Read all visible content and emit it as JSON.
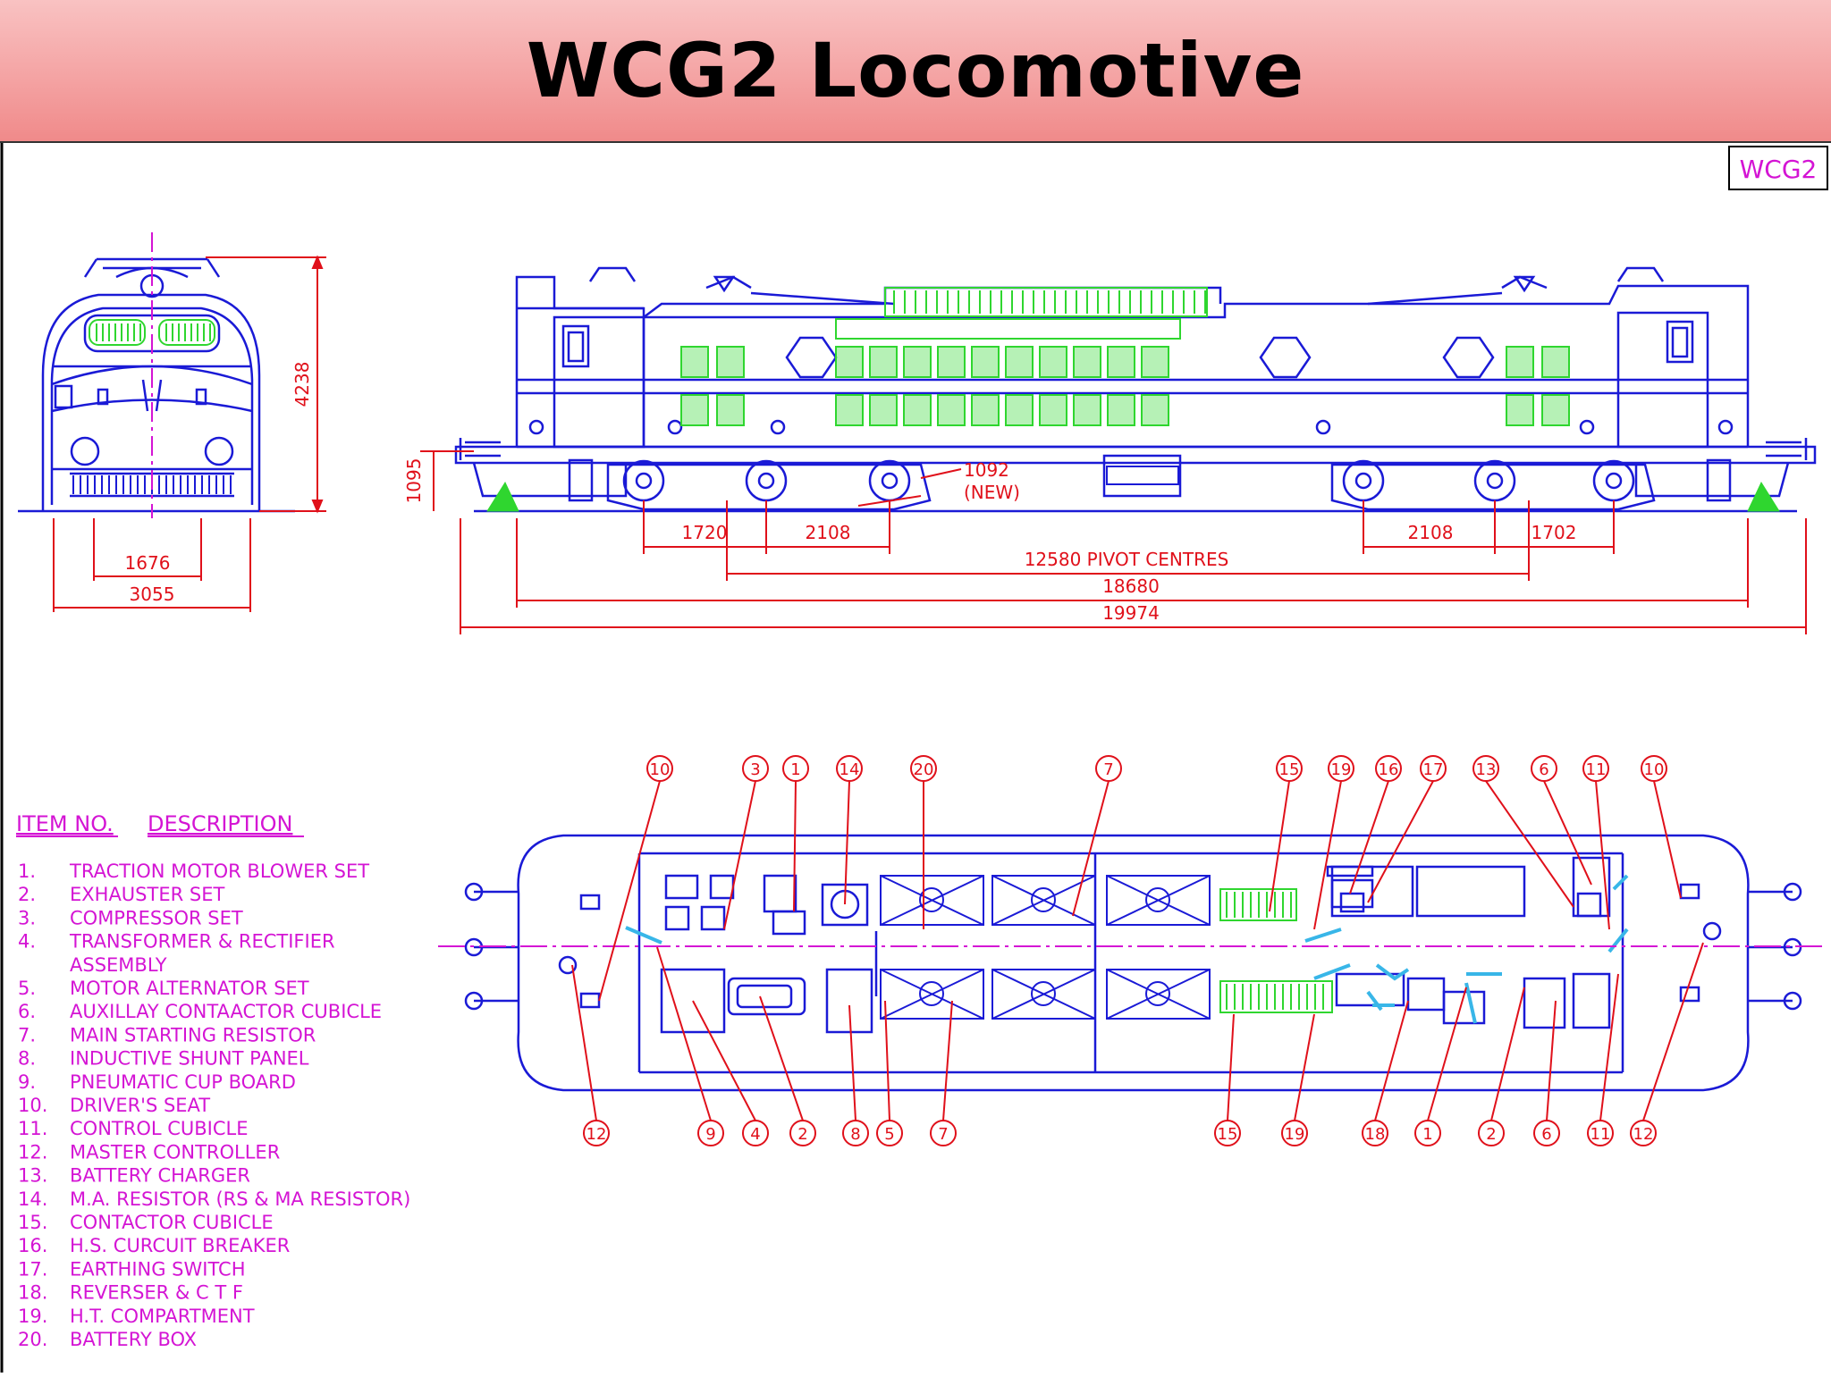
{
  "title": "WCG2 Locomotive",
  "drawing_tag": "WCG2",
  "colors": {
    "blue": "#1a1ad6",
    "red": "#e0101a",
    "magenta": "#d414d4",
    "green": "#2fd62f",
    "cyan": "#38b6e8"
  },
  "front_dims": {
    "height": "4238",
    "gauge": "1676",
    "width": "3055"
  },
  "side_dims": {
    "buffer_height": "1095",
    "wheel_note_1": "1092",
    "wheel_note_2": "(NEW)",
    "axle_1": "1720",
    "axle_2": "2108",
    "axle_3": "2108",
    "axle_4": "1702",
    "pivot": "12580  PIVOT  CENTRES",
    "body_length": "18680",
    "over_buffers": "19974"
  },
  "callouts_top": [
    "10",
    "3",
    "1",
    "14",
    "20",
    "7",
    "15",
    "19",
    "16",
    "17",
    "13",
    "6",
    "11",
    "10"
  ],
  "callouts_bottom": [
    "12",
    "9",
    "4",
    "2",
    "8",
    "5",
    "7",
    "15",
    "19",
    "18",
    "1",
    "2",
    "6",
    "11",
    "12"
  ],
  "legend": {
    "header_item": "ITEM  NO.",
    "header_desc": "DESCRIPTION",
    "items": [
      {
        "no": "1.",
        "desc": "TRACTION  MOTOR  BLOWER  SET"
      },
      {
        "no": "2.",
        "desc": "EXHAUSTER  SET"
      },
      {
        "no": "3.",
        "desc": "COMPRESSOR  SET"
      },
      {
        "no": "4.",
        "desc": "TRANSFORMER  &  RECTIFIER"
      },
      {
        "no": "",
        "desc": "ASSEMBLY"
      },
      {
        "no": "5.",
        "desc": "MOTOR  ALTERNATOR  SET"
      },
      {
        "no": "6.",
        "desc": "AUXILLAY  CONTAACTOR  CUBICLE"
      },
      {
        "no": "7.",
        "desc": "MAIN  STARTING  RESISTOR"
      },
      {
        "no": "8.",
        "desc": "INDUCTIVE  SHUNT  PANEL"
      },
      {
        "no": "9.",
        "desc": "PNEUMATIC  CUP  BOARD"
      },
      {
        "no": "10.",
        "desc": "DRIVER'S  SEAT"
      },
      {
        "no": "11.",
        "desc": "CONTROL  CUBICLE"
      },
      {
        "no": "12.",
        "desc": "MASTER  CONTROLLER"
      },
      {
        "no": "13.",
        "desc": "BATTERY  CHARGER"
      },
      {
        "no": "14.",
        "desc": "M.A.  RESISTOR  (RS  &  MA  RESISTOR)"
      },
      {
        "no": "15.",
        "desc": "CONTACTOR  CUBICLE"
      },
      {
        "no": "16.",
        "desc": "H.S.  CURCUIT  BREAKER"
      },
      {
        "no": "17.",
        "desc": "EARTHING  SWITCH"
      },
      {
        "no": "18.",
        "desc": "REVERSER  &  C  T  F"
      },
      {
        "no": "19.",
        "desc": "H.T.  COMPARTMENT"
      },
      {
        "no": "20.",
        "desc": "BATTERY  BOX"
      }
    ]
  }
}
